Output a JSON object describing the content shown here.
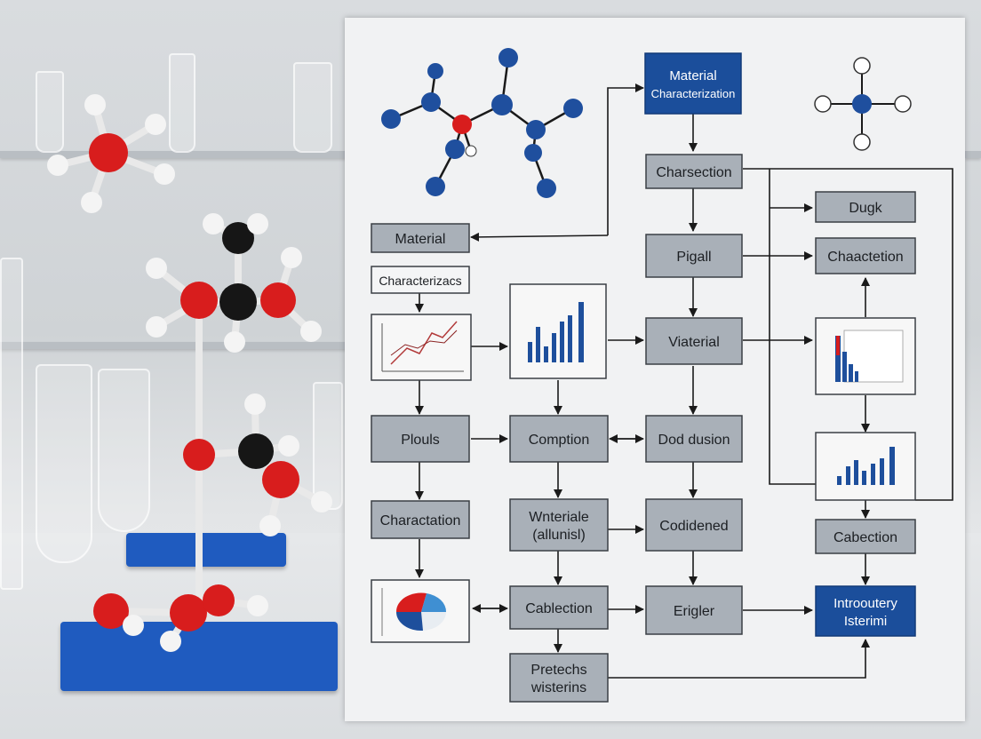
{
  "diagram": {
    "nodes": [
      {
        "id": "material-characterization",
        "lines": [
          "Material",
          "Characterization"
        ],
        "style": "blue"
      },
      {
        "id": "charsection",
        "lines": [
          "Charsection"
        ],
        "style": "gray"
      },
      {
        "id": "material",
        "lines": [
          "Material"
        ],
        "style": "gray"
      },
      {
        "id": "characterizacs",
        "lines": [
          "Characterizacs"
        ],
        "style": "label"
      },
      {
        "id": "dugk",
        "lines": [
          "Dugk"
        ],
        "style": "gray"
      },
      {
        "id": "pigall",
        "lines": [
          "Pigall"
        ],
        "style": "gray"
      },
      {
        "id": "chaactetion",
        "lines": [
          "Chaactetion"
        ],
        "style": "gray"
      },
      {
        "id": "viaterial",
        "lines": [
          "Viaterial"
        ],
        "style": "gray"
      },
      {
        "id": "plouls",
        "lines": [
          "Plouls"
        ],
        "style": "gray"
      },
      {
        "id": "comption",
        "lines": [
          "Comption"
        ],
        "style": "gray"
      },
      {
        "id": "dod-dusion",
        "lines": [
          "Dod dusion"
        ],
        "style": "gray"
      },
      {
        "id": "charactation",
        "lines": [
          "Charactation"
        ],
        "style": "gray"
      },
      {
        "id": "wnteriale",
        "lines": [
          "Wnteriale",
          "(allunisl)"
        ],
        "style": "gray"
      },
      {
        "id": "codidened",
        "lines": [
          "Codidened"
        ],
        "style": "gray"
      },
      {
        "id": "cabection",
        "lines": [
          "Cabection"
        ],
        "style": "gray"
      },
      {
        "id": "cablection",
        "lines": [
          "Cablection"
        ],
        "style": "gray"
      },
      {
        "id": "erigler",
        "lines": [
          "Erigler"
        ],
        "style": "gray"
      },
      {
        "id": "introoutery",
        "lines": [
          "Introoutery",
          "Isterimi"
        ],
        "style": "blue"
      },
      {
        "id": "pretechs",
        "lines": [
          "Pretechs",
          "wisterins"
        ],
        "style": "gray"
      }
    ]
  },
  "colors": {
    "panel": "#f1f2f3",
    "node_gray": "#a9b0b8",
    "node_blue": "#1b4e9b",
    "atom_red": "#d81d1d",
    "atom_black": "#161616",
    "atom_white": "#f4f4f4",
    "atom_blue": "#1f4f9e",
    "bar_blue": "#1e4f9c",
    "base_blue": "#1f5bbf"
  },
  "icons": [
    "molecule-model",
    "line-chart-thumbnail",
    "bar-chart-thumbnail",
    "pie-chart-thumbnail",
    "histogram-thumbnail"
  ]
}
